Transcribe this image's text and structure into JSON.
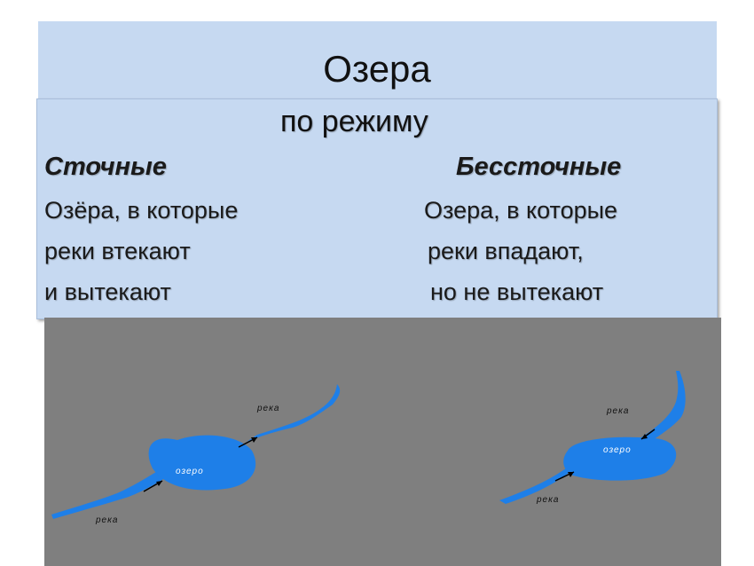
{
  "title": "Озера",
  "subtitle": "по режиму",
  "left": {
    "heading": "Сточные",
    "lines": [
      "Озёра, в которые",
      "реки втекают",
      "и вытекают"
    ]
  },
  "right": {
    "heading": "Бессточные",
    "lines": [
      "Озера, в которые",
      "реки впадают,",
      "но не вытекают"
    ]
  },
  "diagram": {
    "background_color": "#7f7f7f",
    "water_color": "#1e7fe8",
    "left_labels": {
      "river_top": "река",
      "lake": "озеро",
      "river_bottom": "река"
    },
    "right_labels": {
      "river_top": "река",
      "lake": "озеро",
      "river_bottom": "река"
    }
  }
}
